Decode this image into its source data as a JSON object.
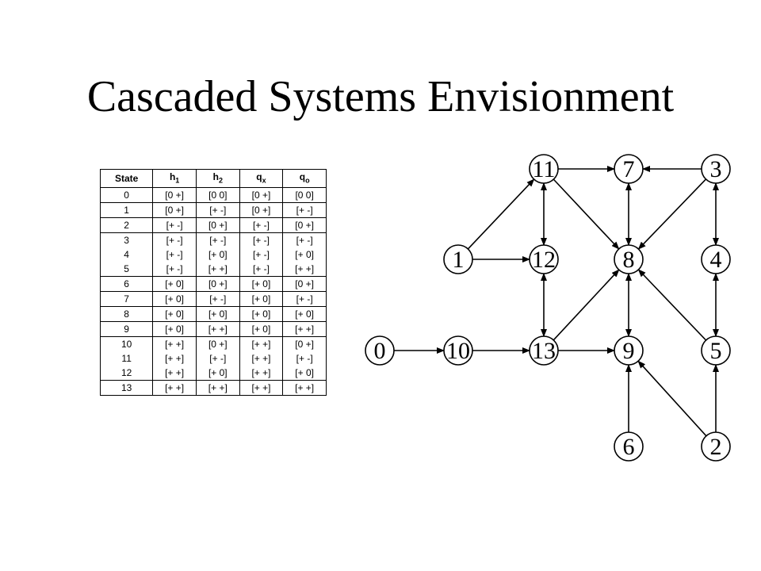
{
  "title": "Cascaded Systems Envisionment",
  "table": {
    "headers": [
      {
        "base": "State",
        "sub": ""
      },
      {
        "base": "h",
        "sub": "1"
      },
      {
        "base": "h",
        "sub": "2"
      },
      {
        "base": "q",
        "sub": "x"
      },
      {
        "base": "q",
        "sub": "o"
      }
    ],
    "rows": [
      {
        "state": "0",
        "h1": "[0 +]",
        "h2": "[0 0]",
        "qx": "[0 +]",
        "qo": "[0 0]",
        "group_start": true
      },
      {
        "state": "1",
        "h1": "[0 +]",
        "h2": "[+ -]",
        "qx": "[0 +]",
        "qo": "[+ -]",
        "group_start": true
      },
      {
        "state": "2",
        "h1": "[+ -]",
        "h2": "[0 +]",
        "qx": "[+ -]",
        "qo": "[0 +]",
        "group_start": true
      },
      {
        "state": "3",
        "h1": "[+ -]",
        "h2": "[+ -]",
        "qx": "[+ -]",
        "qo": "[+ -]",
        "group_start": true
      },
      {
        "state": "4",
        "h1": "[+ -]",
        "h2": "[+ 0]",
        "qx": "[+ -]",
        "qo": "[+ 0]",
        "group_start": false
      },
      {
        "state": "5",
        "h1": "[+ -]",
        "h2": "[+ +]",
        "qx": "[+ -]",
        "qo": "[+ +]",
        "group_start": false
      },
      {
        "state": "6",
        "h1": "[+ 0]",
        "h2": "[0 +]",
        "qx": "[+ 0]",
        "qo": "[0 +]",
        "group_start": true
      },
      {
        "state": "7",
        "h1": "[+ 0]",
        "h2": "[+ -]",
        "qx": "[+ 0]",
        "qo": "[+ -]",
        "group_start": true
      },
      {
        "state": "8",
        "h1": "[+ 0]",
        "h2": "[+ 0]",
        "qx": "[+ 0]",
        "qo": "[+ 0]",
        "group_start": true
      },
      {
        "state": "9",
        "h1": "[+ 0]",
        "h2": "[+ +]",
        "qx": "[+ 0]",
        "qo": "[+ +]",
        "group_start": true
      },
      {
        "state": "10",
        "h1": "[+ +]",
        "h2": "[0 +]",
        "qx": "[+ +]",
        "qo": "[0 +]",
        "group_start": true
      },
      {
        "state": "11",
        "h1": "[+ +]",
        "h2": "[+ -]",
        "qx": "[+ +]",
        "qo": "[+ -]",
        "group_start": false
      },
      {
        "state": "12",
        "h1": "[+ +]",
        "h2": "[+ 0]",
        "qx": "[+ +]",
        "qo": "[+ 0]",
        "group_start": false
      },
      {
        "state": "13",
        "h1": "[+ +]",
        "h2": "[+ +]",
        "qx": "[+ +]",
        "qo": "[+ +]",
        "group_start": true
      }
    ]
  },
  "graph": {
    "nodes": [
      {
        "id": "0",
        "label": "0"
      },
      {
        "id": "1",
        "label": "1"
      },
      {
        "id": "2",
        "label": "2"
      },
      {
        "id": "3",
        "label": "3"
      },
      {
        "id": "4",
        "label": "4"
      },
      {
        "id": "5",
        "label": "5"
      },
      {
        "id": "6",
        "label": "6"
      },
      {
        "id": "7",
        "label": "7"
      },
      {
        "id": "8",
        "label": "8"
      },
      {
        "id": "9",
        "label": "9"
      },
      {
        "id": "10",
        "label": "10"
      },
      {
        "id": "11",
        "label": "11"
      },
      {
        "id": "12",
        "label": "12"
      },
      {
        "id": "13",
        "label": "13"
      }
    ],
    "edges": [
      {
        "from": "0",
        "to": "10",
        "bidirectional": false
      },
      {
        "from": "1",
        "to": "11",
        "bidirectional": false
      },
      {
        "from": "1",
        "to": "12",
        "bidirectional": false
      },
      {
        "from": "10",
        "to": "13",
        "bidirectional": false
      },
      {
        "from": "11",
        "to": "7",
        "bidirectional": false
      },
      {
        "from": "3",
        "to": "7",
        "bidirectional": false
      },
      {
        "from": "11",
        "to": "12",
        "bidirectional": true
      },
      {
        "from": "11",
        "to": "8",
        "bidirectional": false
      },
      {
        "from": "7",
        "to": "8",
        "bidirectional": true
      },
      {
        "from": "3",
        "to": "8",
        "bidirectional": false
      },
      {
        "from": "3",
        "to": "4",
        "bidirectional": true
      },
      {
        "from": "12",
        "to": "13",
        "bidirectional": true
      },
      {
        "from": "13",
        "to": "8",
        "bidirectional": false
      },
      {
        "from": "8",
        "to": "9",
        "bidirectional": true
      },
      {
        "from": "5",
        "to": "8",
        "bidirectional": false
      },
      {
        "from": "4",
        "to": "5",
        "bidirectional": true
      },
      {
        "from": "13",
        "to": "9",
        "bidirectional": false
      },
      {
        "from": "6",
        "to": "9",
        "bidirectional": false
      },
      {
        "from": "2",
        "to": "9",
        "bidirectional": false
      },
      {
        "from": "2",
        "to": "5",
        "bidirectional": false
      }
    ]
  }
}
